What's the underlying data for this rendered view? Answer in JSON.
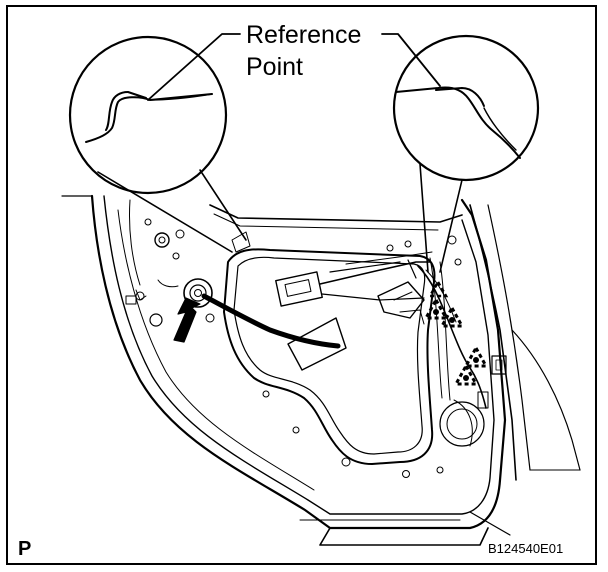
{
  "labels": {
    "reference_line1": "Reference",
    "reference_line2": "Point",
    "figure_code": "B124540E01",
    "view_letter": "P"
  }
}
